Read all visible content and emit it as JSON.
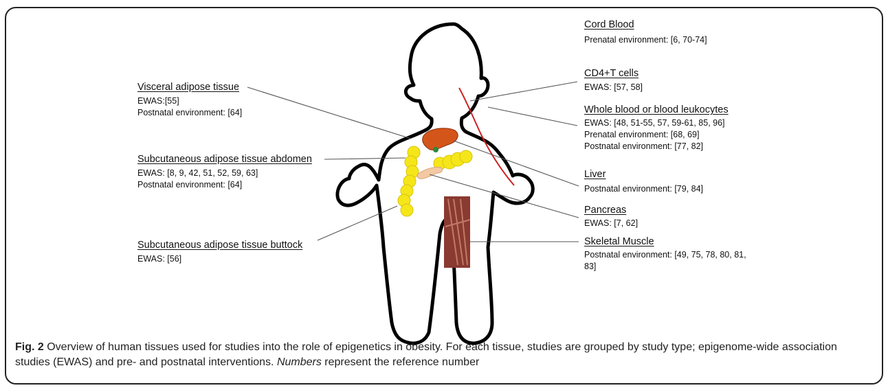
{
  "labels": {
    "cord_blood": {
      "title": "Cord Blood",
      "lines": [
        "Prenatal environment: [6, 70-74]"
      ]
    },
    "cd4": {
      "title": "CD4+T cells",
      "lines": [
        "EWAS: [57, 58]"
      ]
    },
    "visceral": {
      "title": "Visceral adipose tissue",
      "lines": [
        "EWAS:[55]",
        "Postnatal environment: [64]"
      ]
    },
    "whole_blood": {
      "title": "Whole blood or blood leukocytes",
      "lines": [
        "EWAS: [48, 51-55, 57, 59-61, 85, 96]",
        "Prenatal environment: [68, 69]",
        "Postnatal environment: [77, 82]"
      ]
    },
    "subcut_abdomen": {
      "title": "Subcutaneous adipose tissue abdomen",
      "lines": [
        "EWAS: [8, 9, 42, 51, 52, 59, 63]",
        "Postnatal environment: [64]"
      ]
    },
    "liver": {
      "title": "Liver",
      "lines": [
        "Postnatal environment: [79, 84]"
      ]
    },
    "pancreas": {
      "title": "Pancreas",
      "lines": [
        "EWAS: [7, 62]"
      ]
    },
    "subcut_buttock": {
      "title": "Subcutaneous adipose tissue buttock",
      "lines": [
        "EWAS: [56]"
      ]
    },
    "skeletal": {
      "title": "Skeletal Muscle",
      "lines": [
        "Postnatal environment: [49, 75, 78, 80, 81,",
        "83]"
      ]
    }
  },
  "caption": {
    "fig": "Fig. 2",
    "text1": " Overview of human tissues used for studies into the role of epigenetics in obesity. For each tissue, studies are grouped by study type; epigenome-wide association studies (EWAS) and pre- and postnatal interventions. ",
    "italic": "Numbers",
    "text2": " represent the reference number"
  },
  "colors": {
    "adipose": "#f5e61a",
    "liver": "#d4551a",
    "pancreas": "#f3c9a3",
    "blood_vessel": "#cc2222",
    "muscle": "#8a3a30"
  }
}
